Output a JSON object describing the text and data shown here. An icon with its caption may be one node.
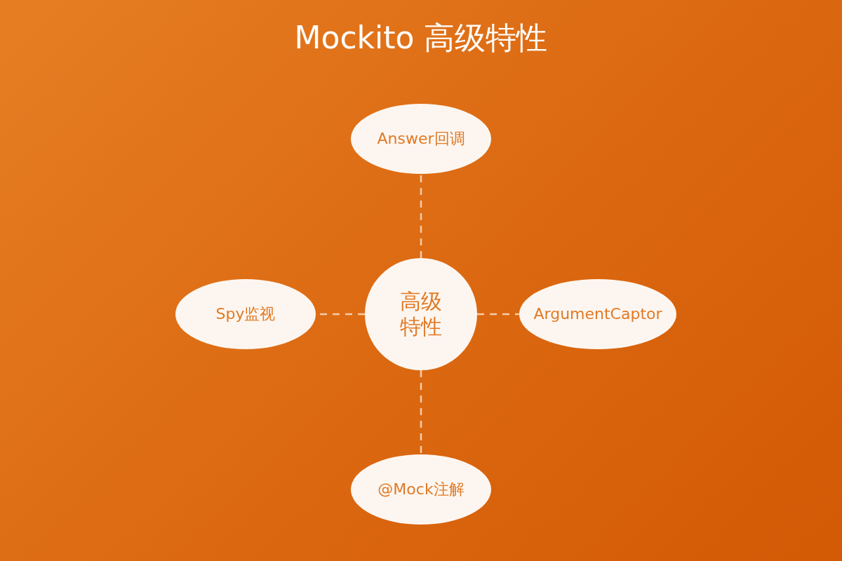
{
  "diagram": {
    "title": "Mockito 高级特性",
    "nodes": [
      {
        "text": [
          "Answer回调"
        ]
      },
      {
        "text": [
          "Spy监视"
        ]
      },
      {
        "text": [
          "高级特性"
        ]
      },
      {
        "text": [
          "ArgumentCaptor"
        ]
      },
      {
        "text": [
          "@Mock注解"
        ]
      }
    ],
    "edges": [
      {
        "from": 2,
        "to": 0,
        "arrow": "none",
        "style": "dashed"
      },
      {
        "from": 2,
        "to": 1,
        "arrow": "none",
        "style": "dashed"
      },
      {
        "from": 2,
        "to": 3,
        "arrow": "none",
        "style": "dashed"
      },
      {
        "from": 2,
        "to": 4,
        "arrow": "none",
        "style": "dashed"
      }
    ]
  }
}
